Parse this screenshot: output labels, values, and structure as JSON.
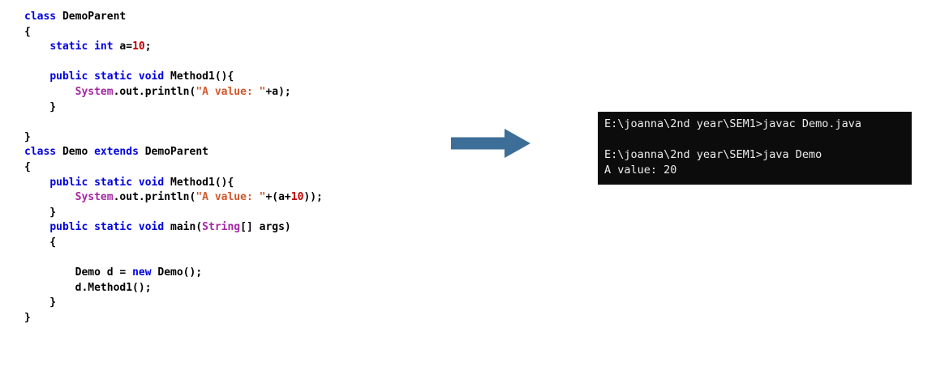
{
  "colors": {
    "page_bg": "#ffffff",
    "keyword": "#0000e0",
    "plain": "#000000",
    "string": "#d2572b",
    "number": "#c00000",
    "classref": "#a626a4",
    "arrow": "#3c6e98",
    "terminal_bg": "#0c0c0c",
    "terminal_text": "#ededed"
  },
  "code": {
    "language": "java",
    "lines": [
      [
        [
          "keyword",
          "class "
        ],
        [
          "plain",
          "DemoParent"
        ]
      ],
      [
        [
          "plain",
          "{"
        ]
      ],
      [
        [
          "plain",
          "    "
        ],
        [
          "keyword",
          "static int "
        ],
        [
          "plain",
          "a="
        ],
        [
          "number",
          "10"
        ],
        [
          "plain",
          ";"
        ]
      ],
      [],
      [
        [
          "plain",
          "    "
        ],
        [
          "keyword",
          "public static void "
        ],
        [
          "plain",
          "Method1(){"
        ]
      ],
      [
        [
          "plain",
          "        "
        ],
        [
          "classref",
          "System"
        ],
        [
          "plain",
          ".out.println("
        ],
        [
          "string",
          "\"A value: \""
        ],
        [
          "plain",
          "+a);"
        ]
      ],
      [
        [
          "plain",
          "    }"
        ]
      ],
      [],
      [
        [
          "plain",
          "}"
        ]
      ],
      [
        [
          "keyword",
          "class "
        ],
        [
          "plain",
          "Demo "
        ],
        [
          "keyword",
          "extends "
        ],
        [
          "plain",
          "DemoParent"
        ]
      ],
      [
        [
          "plain",
          "{"
        ]
      ],
      [
        [
          "plain",
          "    "
        ],
        [
          "keyword",
          "public static void "
        ],
        [
          "plain",
          "Method1(){"
        ]
      ],
      [
        [
          "plain",
          "        "
        ],
        [
          "classref",
          "System"
        ],
        [
          "plain",
          ".out.println("
        ],
        [
          "string",
          "\"A value: \""
        ],
        [
          "plain",
          "+(a+"
        ],
        [
          "number",
          "10"
        ],
        [
          "plain",
          "));"
        ]
      ],
      [
        [
          "plain",
          "    }"
        ]
      ],
      [
        [
          "plain",
          "    "
        ],
        [
          "keyword",
          "public static void "
        ],
        [
          "plain",
          "main("
        ],
        [
          "classref",
          "String"
        ],
        [
          "plain",
          "[] args)"
        ]
      ],
      [
        [
          "plain",
          "    {"
        ]
      ],
      [],
      [
        [
          "plain",
          "        Demo d = "
        ],
        [
          "keyword",
          "new "
        ],
        [
          "plain",
          "Demo();"
        ]
      ],
      [
        [
          "plain",
          "        d.Method1();"
        ]
      ],
      [
        [
          "plain",
          "    }"
        ]
      ],
      [
        [
          "plain",
          "}"
        ]
      ]
    ]
  },
  "terminal": {
    "lines": [
      "E:\\joanna\\2nd year\\SEM1>javac Demo.java",
      "",
      "E:\\joanna\\2nd year\\SEM1>java Demo",
      "A value: 20"
    ]
  }
}
